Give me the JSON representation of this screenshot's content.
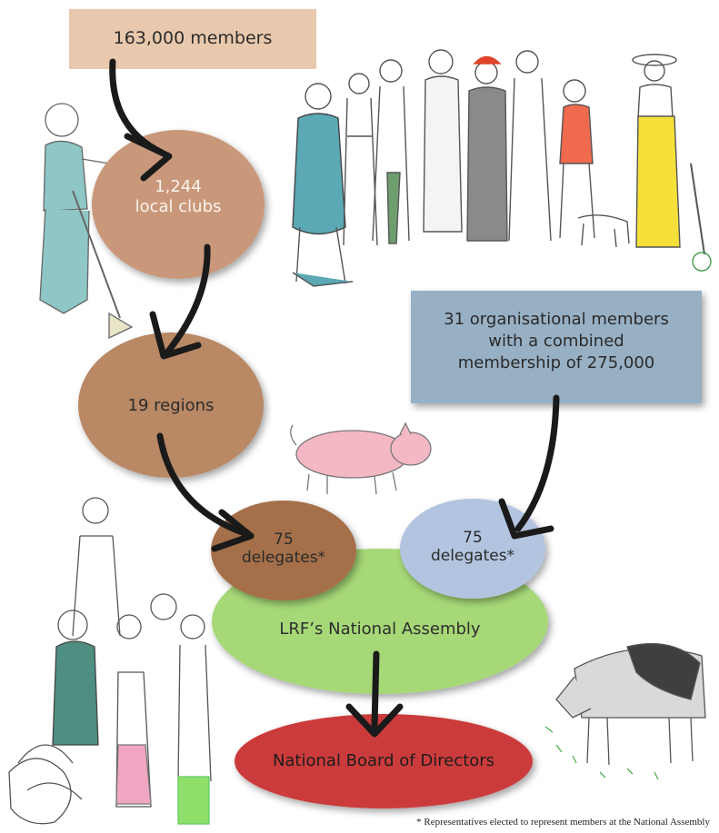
{
  "nodes": {
    "members": "163,000 members",
    "clubs_line1": "1,244",
    "clubs_line2": "local clubs",
    "regions": "19 regions",
    "org_line1": "31  organisational members",
    "org_line2": "with a combined",
    "org_line3": "membership of  275,000",
    "delegates_left_line1": "75",
    "delegates_left_line2": "delegates*",
    "delegates_right_line1": "75",
    "delegates_right_line2": "delegates*",
    "assembly": "LRF’s National Assembly",
    "board": "National Board of Directors"
  },
  "footnote": "* Representatives elected to represent members at the National Assembly",
  "colors": {
    "members_box": "#e9c9ad",
    "clubs": "#c9987a",
    "regions": "#b98865",
    "org_box": "#98b0c4",
    "delegates_left": "#a56f4a",
    "delegates_right": "#b3c4e0",
    "assembly": "#a6d877",
    "board": "#cc3b3b",
    "arrow": "#1a1a1a"
  },
  "illustrations": [
    "people-group-sketch",
    "gardener-sketch",
    "pig-sketch",
    "family-group-sketch",
    "cow-sketch"
  ]
}
